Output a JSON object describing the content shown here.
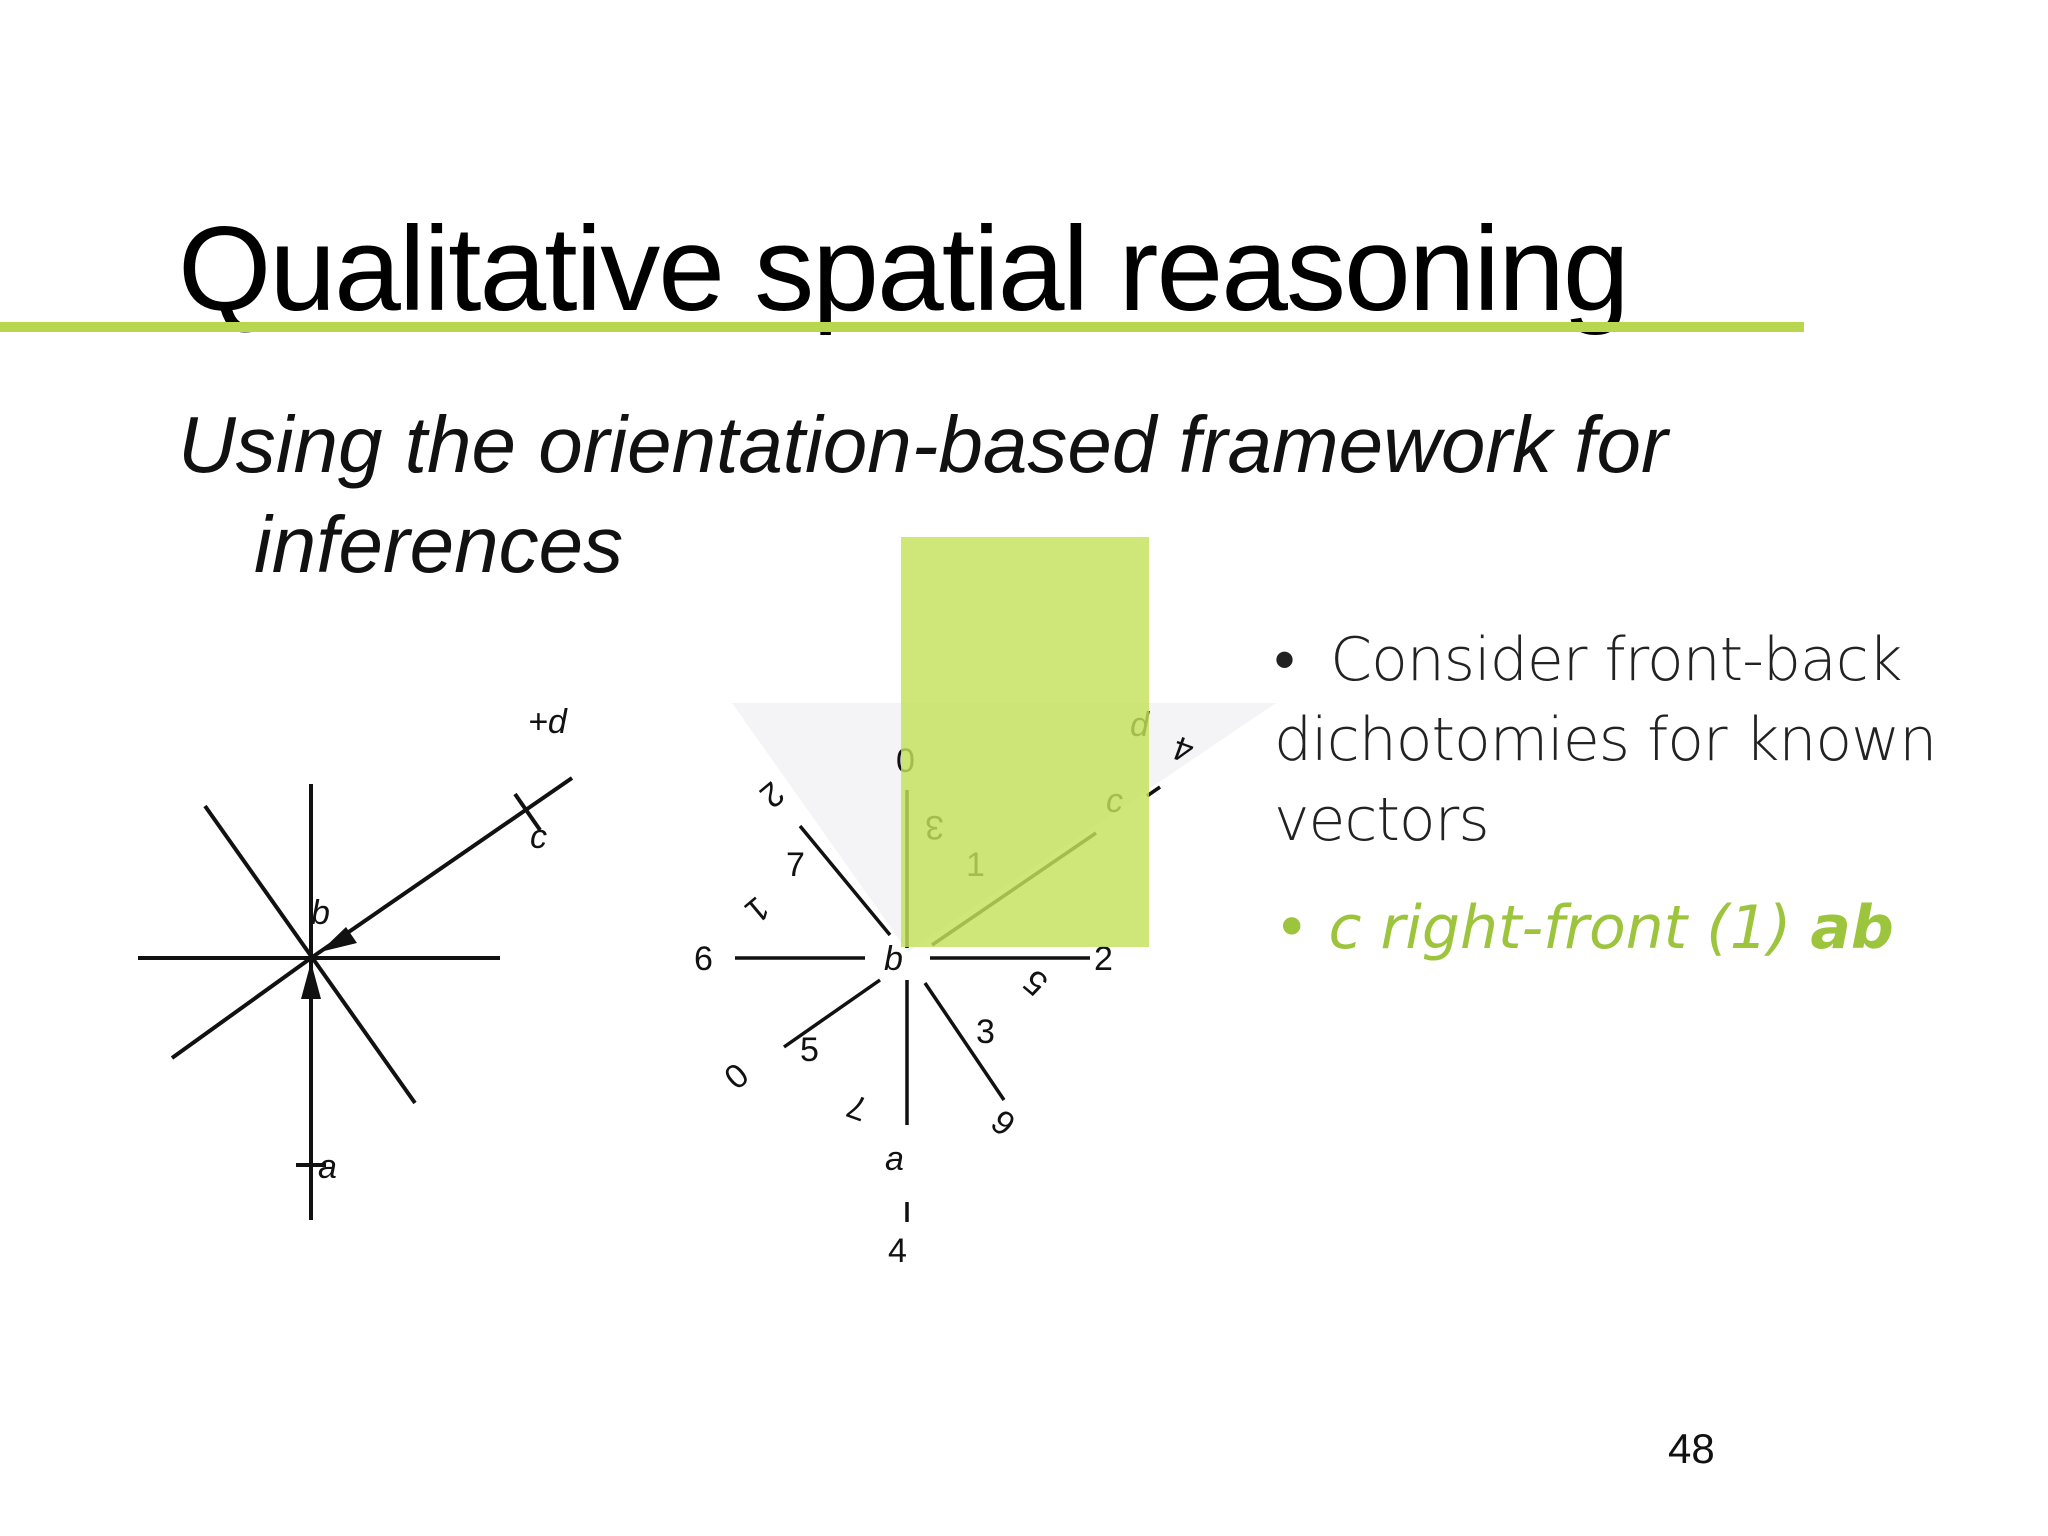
{
  "slide": {
    "title": "Qualitative spatial reasoning",
    "subtitle_line1": "Using the orientation-based framework for",
    "subtitle_line2": "inferences",
    "page_number": "48"
  },
  "bullets": {
    "first_marker": "•",
    "first_text": "Consider front-back dichotomies for known vectors",
    "second_marker": "•",
    "second_text": "c right-front (1)",
    "second_strong": "ab"
  },
  "left_diagram": {
    "label_d": "+d",
    "label_c": "c",
    "label_b": "b",
    "label_a": "a"
  },
  "right_diagram": {
    "label_d": "d",
    "label_c": "c",
    "label_b": "b",
    "label_a": "a",
    "labels": [
      "0",
      "1",
      "2",
      "3",
      "4",
      "5",
      "6",
      "7",
      "2",
      "3",
      "1",
      "0",
      "7",
      "5",
      "6",
      "4"
    ]
  },
  "colors": {
    "accent": "#b9d64f",
    "highlight": "#c5e05a",
    "bullet_highlight": "#9cc43c"
  }
}
